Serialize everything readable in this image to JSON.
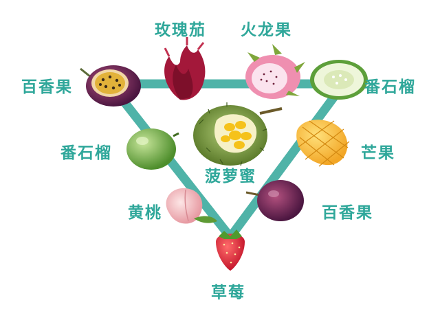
{
  "labels": {
    "roselle": "玫瑰茄",
    "dragon_fruit": "火龙果",
    "passion_fruit_top_left": "百香果",
    "guava_top_right": "番石榴",
    "guava_left": "番石榴",
    "mango": "芒果",
    "durian": "菠萝蜜",
    "peach": "黄桃",
    "passion_fruit_right": "百香果",
    "strawberry": "草莓"
  },
  "colors": {
    "label_teal": "#2fa79a",
    "triangle_teal": "#4fb3a8"
  }
}
